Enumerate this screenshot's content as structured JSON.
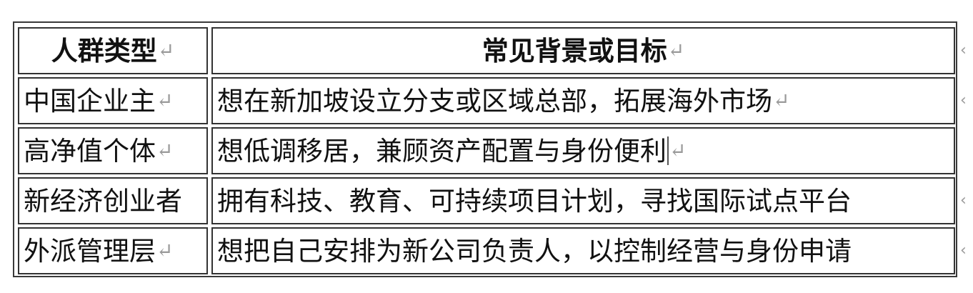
{
  "table": {
    "headers": [
      "人群类型",
      "常见背景或目标"
    ],
    "rows": [
      {
        "type": "中国企业主",
        "goal": "想在新加坡设立分支或区域总部，拓展海外市场"
      },
      {
        "type": "高净值个体",
        "goal": "想低调移居，兼顾资产配置与身份便利"
      },
      {
        "type": "新经济创业者",
        "goal": "拥有科技、教育、可持续项目计划，寻找国际试点平台"
      },
      {
        "type": "外派管理层",
        "goal": "想把自己安排为新公司负责人，以控制经营与身份申请"
      }
    ],
    "paragraph_mark": "↵",
    "row_end_mark": "‹"
  }
}
